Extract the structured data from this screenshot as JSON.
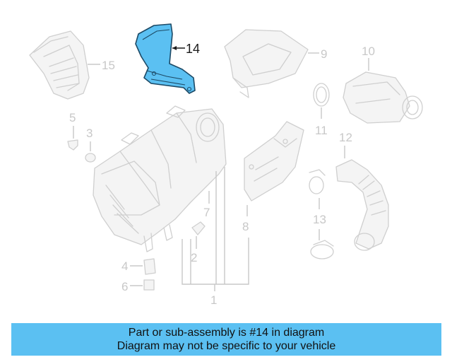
{
  "diagram": {
    "callouts": [
      {
        "id": "1",
        "label": "1"
      },
      {
        "id": "2",
        "label": "2"
      },
      {
        "id": "3",
        "label": "3"
      },
      {
        "id": "4",
        "label": "4"
      },
      {
        "id": "5",
        "label": "5"
      },
      {
        "id": "6",
        "label": "6"
      },
      {
        "id": "7",
        "label": "7"
      },
      {
        "id": "8",
        "label": "8"
      },
      {
        "id": "9",
        "label": "9"
      },
      {
        "id": "10",
        "label": "10"
      },
      {
        "id": "11",
        "label": "11"
      },
      {
        "id": "12",
        "label": "12"
      },
      {
        "id": "13",
        "label": "13"
      },
      {
        "id": "14",
        "label": "14"
      },
      {
        "id": "15",
        "label": "15"
      }
    ],
    "highlighted_part": "14",
    "highlight_color": "#5bc0f2",
    "muted_color": "#c8c8c8"
  },
  "banner": {
    "line1": "Part or sub-assembly is #14 in diagram",
    "line2": "Diagram may not be specific to your vehicle",
    "background": "#5bc0f2"
  }
}
